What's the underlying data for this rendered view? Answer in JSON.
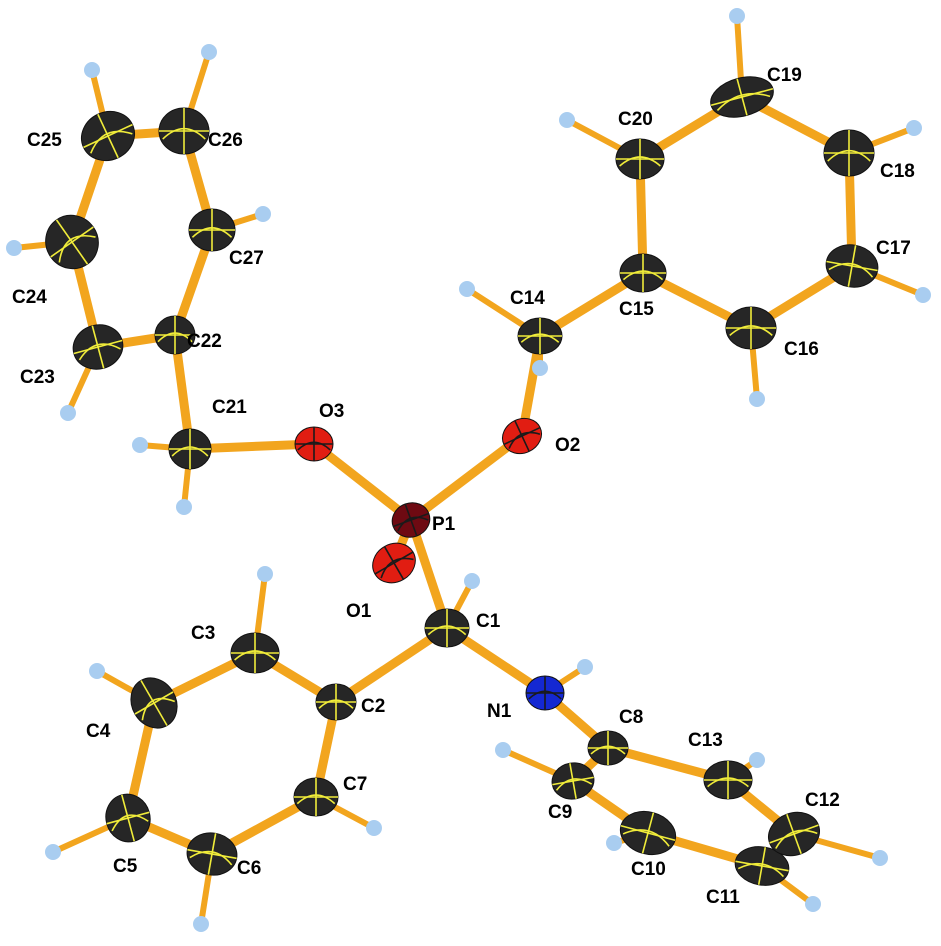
{
  "colors": {
    "bond": "#f2a51e",
    "carbon": "#262626",
    "oxygen": "#e11d12",
    "phosphorus": "#6e0a12",
    "nitrogen": "#1428d2",
    "hydrogen": "#a9cdf0",
    "axes": "#f0ec3a"
  },
  "atoms": [
    {
      "id": "P1",
      "el": "P",
      "label": "P1"
    },
    {
      "id": "O1",
      "el": "O",
      "label": "O1"
    },
    {
      "id": "O2",
      "el": "O",
      "label": "O2"
    },
    {
      "id": "O3",
      "el": "O",
      "label": "O3"
    },
    {
      "id": "N1",
      "el": "N",
      "label": "N1"
    },
    {
      "id": "C1",
      "el": "C",
      "label": "C1"
    },
    {
      "id": "C2",
      "el": "C",
      "label": "C2"
    },
    {
      "id": "C3",
      "el": "C",
      "label": "C3"
    },
    {
      "id": "C4",
      "el": "C",
      "label": "C4"
    },
    {
      "id": "C5",
      "el": "C",
      "label": "C5"
    },
    {
      "id": "C6",
      "el": "C",
      "label": "C6"
    },
    {
      "id": "C7",
      "el": "C",
      "label": "C7"
    },
    {
      "id": "C8",
      "el": "C",
      "label": "C8"
    },
    {
      "id": "C9",
      "el": "C",
      "label": "C9"
    },
    {
      "id": "C10",
      "el": "C",
      "label": "C10"
    },
    {
      "id": "C11",
      "el": "C",
      "label": "C11"
    },
    {
      "id": "C12",
      "el": "C",
      "label": "C12"
    },
    {
      "id": "C13",
      "el": "C",
      "label": "C13"
    },
    {
      "id": "C14",
      "el": "C",
      "label": "C14"
    },
    {
      "id": "C15",
      "el": "C",
      "label": "C15"
    },
    {
      "id": "C16",
      "el": "C",
      "label": "C16"
    },
    {
      "id": "C17",
      "el": "C",
      "label": "C17"
    },
    {
      "id": "C18",
      "el": "C",
      "label": "C18"
    },
    {
      "id": "C19",
      "el": "C",
      "label": "C19"
    },
    {
      "id": "C20",
      "el": "C",
      "label": "C20"
    },
    {
      "id": "C21",
      "el": "C",
      "label": "C21"
    },
    {
      "id": "C22",
      "el": "C",
      "label": "C22"
    },
    {
      "id": "C23",
      "el": "C",
      "label": "C23"
    },
    {
      "id": "C24",
      "el": "C",
      "label": "C24"
    },
    {
      "id": "C25",
      "el": "C",
      "label": "C25"
    },
    {
      "id": "C26",
      "el": "C",
      "label": "C26"
    },
    {
      "id": "C27",
      "el": "C",
      "label": "C27"
    }
  ],
  "bonds": [
    [
      "P1",
      "O1"
    ],
    [
      "P1",
      "O2"
    ],
    [
      "P1",
      "O3"
    ],
    [
      "P1",
      "C1"
    ],
    [
      "O2",
      "C14"
    ],
    [
      "C14",
      "C15"
    ],
    [
      "C15",
      "C16"
    ],
    [
      "C16",
      "C17"
    ],
    [
      "C17",
      "C18"
    ],
    [
      "C18",
      "C19"
    ],
    [
      "C19",
      "C20"
    ],
    [
      "C20",
      "C15"
    ],
    [
      "O3",
      "C21"
    ],
    [
      "C21",
      "C22"
    ],
    [
      "C22",
      "C23"
    ],
    [
      "C23",
      "C24"
    ],
    [
      "C24",
      "C25"
    ],
    [
      "C25",
      "C26"
    ],
    [
      "C26",
      "C27"
    ],
    [
      "C27",
      "C22"
    ],
    [
      "C1",
      "C2"
    ],
    [
      "C1",
      "N1"
    ],
    [
      "C2",
      "C3"
    ],
    [
      "C3",
      "C4"
    ],
    [
      "C4",
      "C5"
    ],
    [
      "C5",
      "C6"
    ],
    [
      "C6",
      "C7"
    ],
    [
      "C7",
      "C2"
    ],
    [
      "N1",
      "C8"
    ],
    [
      "C8",
      "C9"
    ],
    [
      "C9",
      "C10"
    ],
    [
      "C10",
      "C11"
    ],
    [
      "C11",
      "C12"
    ],
    [
      "C12",
      "C13"
    ],
    [
      "C13",
      "C8"
    ],
    [
      "C1",
      "H1"
    ],
    [
      "N1",
      "HN1"
    ],
    [
      "C14",
      "H14A"
    ],
    [
      "C14",
      "H14B"
    ],
    [
      "C16",
      "H16"
    ],
    [
      "C17",
      "H17"
    ],
    [
      "C18",
      "H18"
    ],
    [
      "C19",
      "H19"
    ],
    [
      "C20",
      "H20"
    ],
    [
      "C21",
      "H21A"
    ],
    [
      "C21",
      "H21B"
    ],
    [
      "C23",
      "H23"
    ],
    [
      "C24",
      "H24"
    ],
    [
      "C25",
      "H25"
    ],
    [
      "C26",
      "H26"
    ],
    [
      "C27",
      "H27"
    ],
    [
      "C3",
      "H3"
    ],
    [
      "C4",
      "H4"
    ],
    [
      "C5",
      "H5"
    ],
    [
      "C6",
      "H6"
    ],
    [
      "C7",
      "H7"
    ],
    [
      "C9",
      "H9"
    ],
    [
      "C10",
      "H10"
    ],
    [
      "C11",
      "H11"
    ],
    [
      "C12",
      "H12"
    ],
    [
      "C13",
      "H13"
    ]
  ]
}
